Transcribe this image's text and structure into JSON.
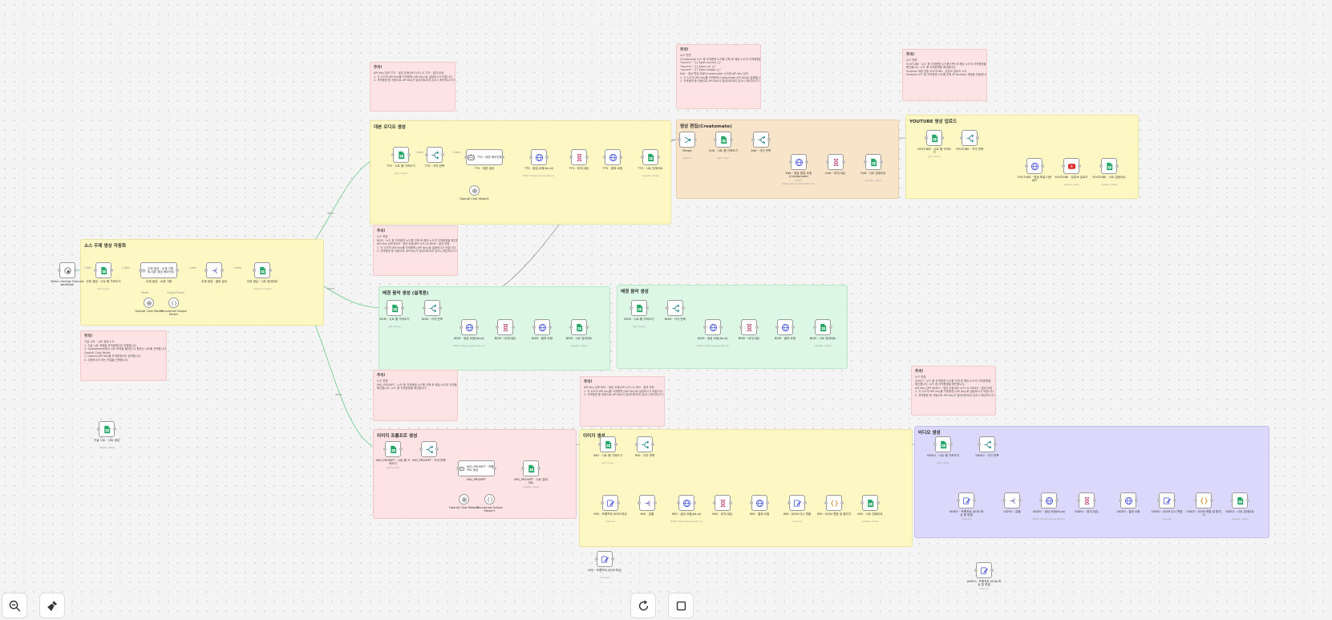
{
  "colors": {
    "edge": "#66cc88",
    "edge_gray": "#9a9a9a",
    "sheets": "#21a464",
    "http": "#3f4fd8",
    "wait": "#c04a76",
    "switch": "#1b7f88",
    "youtube": "#e03030",
    "code": "#d08a1a"
  },
  "groups": [
    {
      "id": "g_source",
      "title": "소스 주제 영상 자동화"
    },
    {
      "id": "g_tts",
      "title": "대본 오디오 생성"
    },
    {
      "id": "g_bgm1",
      "title": "배경 음악 생성 (설계용)"
    },
    {
      "id": "g_bgm2",
      "title": "배경 음악 생성"
    },
    {
      "id": "g_imgprompt",
      "title": "이미지 프롬프트 생성"
    },
    {
      "id": "g_img",
      "title": "이미지 생성"
    },
    {
      "id": "g_edit",
      "title": "영상 편집(Creatomate)"
    },
    {
      "id": "g_youtube",
      "title": "YOUTUBE 영상 업로드"
    },
    {
      "id": "g_video",
      "title": "비디오 생성"
    }
  ],
  "notes": [
    {
      "id": "n1",
      "title": "주의!",
      "lines": [
        "API Key 입력 TTS · 생성 요청(API 노드) & TTS · 결과 요청",
        "1. 각 노드의 API Key를 자격증명 (API Key)로 설정하시기 바랍니다.",
        "2. 자격증명 중 자동으로 API Key가 업데이트되지 않으니 확인하시기 바랍니다."
      ]
    },
    {
      "id": "n2",
      "title": "주의!",
      "lines": [
        "노드 변경",
        "BGM · 노드 중 자격증명 노드를 선택 후 해당 노드의 자격증명을 확인합니다.",
        "API Key 입력 BGM · 생성 요청(API 노드) & BGM · 결과 요청",
        "1. 각 노드의 API Key를 자격증명 (API Key)로 설정하시기 바랍니다.",
        "2. 자격증명 중 자동으로 API Key가 업데이트되지 않으니 확인하시기 바랍니다."
      ]
    },
    {
      "id": "n3",
      "title": "주의!",
      "lines": [
        "노드 변경",
        "IMG_PROMPT · 노드 중 자격증명 노드를 선택 후 해당 노드의 자격증명을",
        "확인합니다. 노드 중 자격증명을 확인합니다."
      ]
    },
    {
      "id": "n4",
      "title": "주의!",
      "lines": [
        "API Key 입력 IMG · 생성 요청(API 노드) & IMG · 결과 요청",
        "1. 각 노드의 API Key를 자격증명 (API Key)로 설정하시기 바랍니다.",
        "2. 자격증명 중 자동으로 API Key가 업데이트되지 않으니 확인하시기 바랍니다."
      ]
    },
    {
      "id": "n5",
      "title": "주의!",
      "lines": [
        "노드 변경",
        "Creatomate 노드 중 자격증명 노드를 선택 후 해당 노드의 자격증명을 확인합니다.",
        "\"source\": \"{{ $json.source }}\"",
        "\"source\": \"{{ $json.url }}\"",
        "\"source\": \"{{ $json.image }}\"",
        "Edit · 영상 편집 요청(Creatomate) 노드에 API Key 입력",
        "1. 각 노드의 API Key를 자격증명 Creatomate API Key로 설정합니다.",
        "2. 자격증명 중 자동으로 API Key가 업데이트되지 않으니 확인하시기 바랍니다."
      ]
    },
    {
      "id": "n6",
      "title": "주의!",
      "lines": [
        "노드 변경",
        "YOUTUBE · 노드 중 자격증명 노드를 선택 후 해당 노드의 자격증명을",
        "확인합니다. 노드 중 자격증명을 확인합니다.",
        "Youtube 계정 연동 YOUTUBE · 유튜브 업로드 노드",
        "Youtube 노드 중 자격증명 노드를 선택 후 Youtube 계정을 연동합니다."
      ]
    },
    {
      "id": "n7",
      "title": "주의!",
      "lines": [
        "노드 변경",
        "VIDEO · 노드 중 자격증명 노드를 선택 후 해당 노드의 자격증명을",
        "확인합니다. 노드 중 자격증명을 확인합니다.",
        "API Key 입력 VIDEO · 생성 요청(API 노드) & VIDEO · 결과 요청",
        "1. 각 노드의 API Key를 자격증명 (API Key)로 설정하시기 바랍니다.",
        "2. 자격증명 중 자동으로 API Key가 업데이트되지 않으니 확인하시기 바랍니다."
      ]
    },
    {
      "id": "n8",
      "title": "주의!",
      "lines": [
        "구글 시트 · 시트 생성 노드",
        "1. 구글 시트 계정을 자격증명으로 연결합니다.",
        "2. Spreadsheet에서 시트 목록을 불러온 뒤 원하는 시트를 선택합니다.",
        "OpenAI Chat Model",
        "1. OpenAI API Key를 자격증명으로 입력합니다.",
        "2. 사용하고자 하는 모델을 선택합니다."
      ]
    }
  ],
  "nodes": [
    {
      "id": "trigger",
      "label": "When clicking 'Execute workflow'",
      "icon": "cursor-click-icon",
      "sub": ""
    },
    {
      "id": "src_get",
      "label": "주제 생성 · 시트 행 가져오기",
      "icon": "google-sheets-icon",
      "sub": "get row(s)"
    },
    {
      "id": "src_llm",
      "label": "주제 생성 · 소재 기획",
      "icon": "ai-agent-icon",
      "sub": "",
      "inline": "주제 생성 · 소재 기획 및 대본 생성 에이전트"
    },
    {
      "id": "src_split",
      "label": "주제 생성 · 결과 분리",
      "icon": "split-icon",
      "sub": ""
    },
    {
      "id": "src_append",
      "label": "주제 생성 · 시트 업데이트",
      "icon": "google-sheets-icon",
      "sub": "append: sheet"
    },
    {
      "id": "src_model",
      "label": "OpenAI Chat Model",
      "icon": "openai-icon",
      "sub": ""
    },
    {
      "id": "src_parser",
      "label": "Structured Output Parser",
      "icon": "braces-icon",
      "sub": ""
    },
    {
      "id": "tts_get",
      "label": "TTS · 시트 행 가져오기",
      "icon": "google-sheets-icon",
      "sub": "get row(s)"
    },
    {
      "id": "tts_loop",
      "label": "TTS · 각각 반복",
      "icon": "switch-icon",
      "sub": ""
    },
    {
      "id": "tts_llm",
      "label": "TTS · 대본 생성",
      "icon": "ai-agent-icon",
      "sub": "",
      "inline": "TTS · 대본 에이전트"
    },
    {
      "id": "tts_req",
      "label": "TTS · 생성 요청(fal.ai)",
      "icon": "globe-icon",
      "sub": "POST: https://queue.fal.run"
    },
    {
      "id": "tts_wait",
      "label": "TTS · 대기(3분)",
      "icon": "hourglass-icon",
      "sub": ""
    },
    {
      "id": "tts_res",
      "label": "TTS · 결과 요청",
      "icon": "globe-icon",
      "sub": ""
    },
    {
      "id": "tts_upd",
      "label": "TTS · 시트 업데이트",
      "icon": "google-sheets-icon",
      "sub": "update: sheet"
    },
    {
      "id": "tts_model",
      "label": "OpenAI Chat Model1",
      "icon": "openai-icon",
      "sub": ""
    },
    {
      "id": "bgm1_get",
      "label": "BGM · 시트 행 가져오기",
      "icon": "google-sheets-icon",
      "sub": "get row(s)"
    },
    {
      "id": "bgm1_loop",
      "label": "BGM · 각각 반복",
      "icon": "switch-icon",
      "sub": ""
    },
    {
      "id": "bgm1_req",
      "label": "BGM · 생성 요청(fal.ai)",
      "icon": "globe-icon",
      "sub": "POST: https://queue.fal.run"
    },
    {
      "id": "bgm1_wait",
      "label": "BGM · 대기(3분)",
      "icon": "hourglass-icon",
      "sub": ""
    },
    {
      "id": "bgm1_res",
      "label": "BGM · 결과 요청",
      "icon": "globe-icon",
      "sub": ""
    },
    {
      "id": "bgm1_upd",
      "label": "BGM · 시트 업데이트",
      "icon": "google-sheets-icon",
      "sub": "update: sheet"
    },
    {
      "id": "bgm2_get",
      "label": "BGM · 시트 행 가져오기",
      "icon": "google-sheets-icon",
      "sub": "get row(s)"
    },
    {
      "id": "bgm2_loop",
      "label": "BGM · 각각 반복",
      "icon": "switch-icon",
      "sub": ""
    },
    {
      "id": "bgm2_req",
      "label": "BGM · 생성 요청(fal.ai)",
      "icon": "globe-icon",
      "sub": "POST: https://queue.fal.run"
    },
    {
      "id": "bgm2_wait",
      "label": "BGM · 대기(3분)",
      "icon": "hourglass-icon",
      "sub": ""
    },
    {
      "id": "bgm2_res",
      "label": "BGM · 결과 요청",
      "icon": "globe-icon",
      "sub": ""
    },
    {
      "id": "bgm2_upd",
      "label": "BGM · 시트 업데이트",
      "icon": "google-sheets-icon",
      "sub": "update: sheet"
    },
    {
      "id": "ip_get",
      "label": "IMG_PROMPT · 시트 행 가져오기",
      "icon": "google-sheets-icon",
      "sub": "get row(s)"
    },
    {
      "id": "ip_loop",
      "label": "IMG_PROMPT · 각각 반복",
      "icon": "switch-icon",
      "sub": ""
    },
    {
      "id": "ip_llm",
      "label": "IMG_PROMPT",
      "icon": "ai-agent-icon",
      "sub": "",
      "inline": "IMG_PROMPT · 프롬프트 생성"
    },
    {
      "id": "ip_upd",
      "label": "IMG_PROMPT · 시트 업데이트",
      "icon": "google-sheets-icon",
      "sub": "update: sheet"
    },
    {
      "id": "ip_model",
      "label": "OpenAI Chat Model2",
      "icon": "openai-icon",
      "sub": ""
    },
    {
      "id": "ip_parser",
      "label": "Structured Output Parser1",
      "icon": "braces-icon",
      "sub": ""
    },
    {
      "id": "img_get",
      "label": "IMG · 시트 행 가져오기",
      "icon": "google-sheets-icon",
      "sub": "get row(s)"
    },
    {
      "id": "img_loop",
      "label": "IMG · 각각 반복",
      "icon": "switch-icon",
      "sub": ""
    },
    {
      "id": "img_json",
      "label": "IMG · 프롬프트 JSON 파싱",
      "icon": "pencil-icon",
      "sub": "manual"
    },
    {
      "id": "img_split",
      "label": "IMG · 분할",
      "icon": "split-icon",
      "sub": ""
    },
    {
      "id": "img_req",
      "label": "IMG · 생성 요청(fal.ai)",
      "icon": "globe-icon",
      "sub": "POST: https://queue.fal.run"
    },
    {
      "id": "img_wait",
      "label": "IMG · 대기(3분)",
      "icon": "hourglass-icon",
      "sub": ""
    },
    {
      "id": "img_res",
      "label": "IMG · 결과 요청",
      "icon": "globe-icon",
      "sub": ""
    },
    {
      "id": "img_arr",
      "label": "IMG · JSON 다시 변환",
      "icon": "pencil-icon",
      "sub": "manual"
    },
    {
      "id": "img_code",
      "label": "IMG · JSON 변환 및 합치기",
      "icon": "code-icon",
      "sub": ""
    },
    {
      "id": "img_upd",
      "label": "IMG · 시트 업데이트",
      "icon": "google-sheets-icon",
      "sub": "update: sheet"
    },
    {
      "id": "merge",
      "label": "Merge",
      "icon": "merge-icon",
      "sub": "append"
    },
    {
      "id": "edit_get",
      "label": "Edit · 시트 행 가져오기",
      "icon": "google-sheets-icon",
      "sub": "get row(s)"
    },
    {
      "id": "edit_loop",
      "label": "Edit · 각각 반복",
      "icon": "switch-icon",
      "sub": ""
    },
    {
      "id": "edit_req",
      "label": "Edit · 영상 편집 요청(Creatomate)",
      "icon": "globe-icon",
      "sub": "POST: https://api.creatomate.com"
    },
    {
      "id": "edit_wait",
      "label": "Edit · 대기(3분)",
      "icon": "hourglass-icon",
      "sub": ""
    },
    {
      "id": "edit_upd",
      "label": "Edit · 시트 업데이트",
      "icon": "google-sheets-icon",
      "sub": "update: sheet"
    },
    {
      "id": "yt_get",
      "label": "YOUTUBE · 시트 행 가져오기",
      "icon": "google-sheets-icon",
      "sub": "get row(s)"
    },
    {
      "id": "yt_loop",
      "label": "YOUTUBE · 각각 반복",
      "icon": "switch-icon",
      "sub": ""
    },
    {
      "id": "yt_dl",
      "label": "YOUTUBE · 영상 파일 다운로드",
      "icon": "globe-icon",
      "sub": ""
    },
    {
      "id": "yt_up",
      "label": "YOUTUBE · 유튜브 업로드",
      "icon": "youtube-icon",
      "sub": "upload: video"
    },
    {
      "id": "yt_upd",
      "label": "YOUTUBE · 시트 업데이트",
      "icon": "google-sheets-icon",
      "sub": "update: sheet"
    },
    {
      "id": "v_get",
      "label": "VIDEO · 시트 행 가져오기",
      "icon": "google-sheets-icon",
      "sub": "get row(s)"
    },
    {
      "id": "v_loop",
      "label": "VIDEO · 각각 반복",
      "icon": "switch-icon",
      "sub": ""
    },
    {
      "id": "v_json",
      "label": "VIDEO · 프롬프트 JSON 파싱 및 변환",
      "icon": "pencil-icon",
      "sub": "manual"
    },
    {
      "id": "v_split",
      "label": "VIDEO · 분할",
      "icon": "split-icon",
      "sub": ""
    },
    {
      "id": "v_req",
      "label": "VIDEO · 생성 요청(fal.ai)",
      "icon": "globe-icon",
      "sub": "POST: https://queue.fal.run"
    },
    {
      "id": "v_wait",
      "label": "VIDEO · 대기(3분)",
      "icon": "hourglass-icon",
      "sub": ""
    },
    {
      "id": "v_res",
      "label": "VIDEO · 결과 요청",
      "icon": "globe-icon",
      "sub": ""
    },
    {
      "id": "v_arr",
      "label": "VIDEO · JSON 다시 변환",
      "icon": "pencil-icon",
      "sub": "manual"
    },
    {
      "id": "v_code",
      "label": "VIDEO · JSON 변환 및 합치기",
      "icon": "code-icon",
      "sub": ""
    },
    {
      "id": "v_upd",
      "label": "VIDEO · 시트 업데이트",
      "icon": "google-sheets-icon",
      "sub": "update: sheet"
    },
    {
      "id": "sheet_create",
      "label": "구글 시트 · 시트 생성",
      "icon": "google-sheets-icon",
      "sub": "create: sheet"
    },
    {
      "id": "float_img",
      "label": "IMG · 프롬프트 JSON 파싱",
      "icon": "pencil-icon",
      "sub": "manual"
    },
    {
      "id": "float_v",
      "label": "VIDEO · 프롬프트 JSON 파싱 및 변환",
      "icon": "pencil-icon",
      "sub": "manual"
    }
  ],
  "edge_labels": {
    "item": "1 item",
    "items": "items",
    "model": "Model",
    "parser": "Output Parser"
  },
  "toolbar": [
    {
      "id": "zoom-out",
      "icon": "zoom-out-icon"
    },
    {
      "id": "tidy",
      "icon": "broom-icon"
    },
    {
      "id": "reset",
      "icon": "refresh-icon"
    },
    {
      "id": "stop",
      "icon": "stop-square-icon"
    }
  ]
}
